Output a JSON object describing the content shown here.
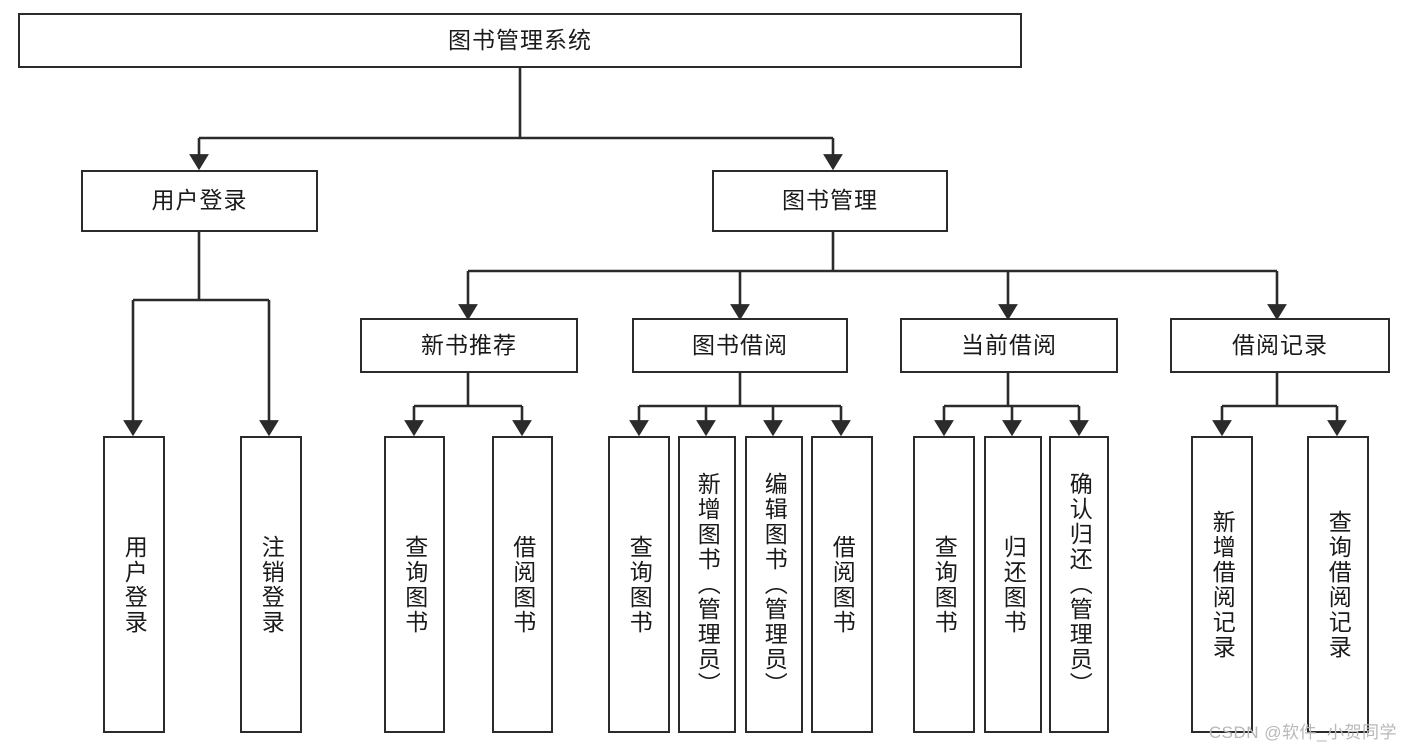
{
  "diagram": {
    "title": "图书管理系统",
    "type": "hierarchy-tree",
    "stroke_color": "#2b2b2b",
    "fill_color": "#ffffff",
    "text_color": "#1a1a1a",
    "watermark": "CSDN @软件_小贺同学",
    "levels": {
      "root": {
        "label": "图书管理系统"
      },
      "level2": [
        {
          "label": "用户登录"
        },
        {
          "label": "图书管理"
        }
      ],
      "level3": [
        {
          "label": "新书推荐"
        },
        {
          "label": "图书借阅"
        },
        {
          "label": "当前借阅"
        },
        {
          "label": "借阅记录"
        }
      ],
      "leaves": {
        "user_login": [
          {
            "label": "用户登录"
          },
          {
            "label": "注销登录"
          }
        ],
        "new_book_recommend": [
          {
            "label": "查询图书"
          },
          {
            "label": "借阅图书"
          }
        ],
        "book_borrow": [
          {
            "label": "查询图书"
          },
          {
            "label": "新增图书（管理员）"
          },
          {
            "label": "编辑图书（管理员）"
          },
          {
            "label": "借阅图书"
          }
        ],
        "current_borrow": [
          {
            "label": "查询图书"
          },
          {
            "label": "归还图书"
          },
          {
            "label": "确认归还（管理员）"
          }
        ],
        "borrow_record": [
          {
            "label": "新增借阅记录"
          },
          {
            "label": "查询借阅记录"
          }
        ]
      }
    }
  }
}
